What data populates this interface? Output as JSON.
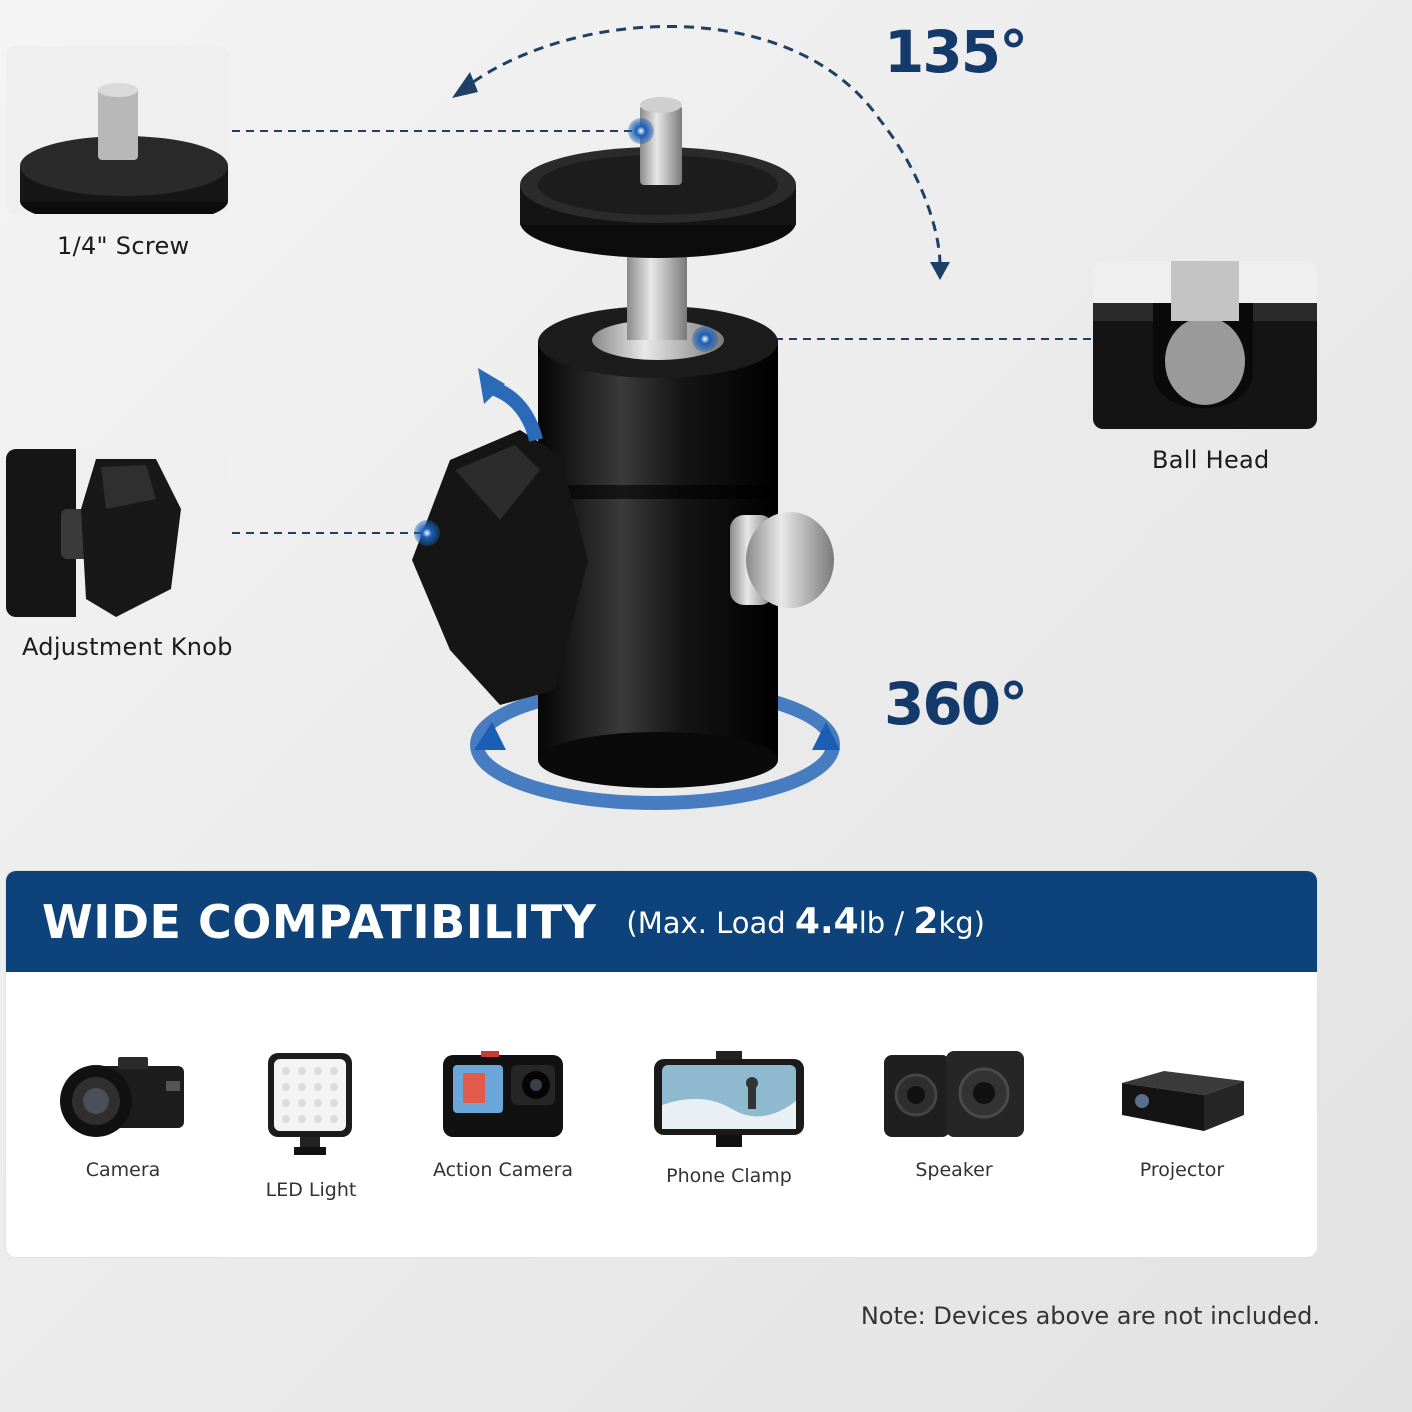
{
  "callouts": {
    "screw": "1/4\" Screw",
    "ball_head": "Ball Head",
    "knob": "Adjustment Knob"
  },
  "angles": {
    "tilt": "135°",
    "rotate": "360°"
  },
  "compatibility": {
    "title": "WIDE COMPATIBILITY",
    "sub_open": "(Max. Load ",
    "load_lb": "4.4",
    "unit_lb": "lb / ",
    "load_kg": "2",
    "unit_kg": "kg)",
    "devices": [
      {
        "label": "Camera",
        "icon": "camera-icon"
      },
      {
        "label": "LED Light",
        "icon": "led-light-icon"
      },
      {
        "label": "Action Camera",
        "icon": "action-camera-icon"
      },
      {
        "label": "Phone Clamp",
        "icon": "phone-clamp-icon"
      },
      {
        "label": "Speaker",
        "icon": "speaker-icon"
      },
      {
        "label": "Projector",
        "icon": "projector-icon"
      }
    ]
  },
  "note": "Note: Devices above are not included.",
  "colors": {
    "brand_blue": "#0e427a",
    "accent_blue": "#1a5fb4",
    "product_black": "#111111"
  }
}
